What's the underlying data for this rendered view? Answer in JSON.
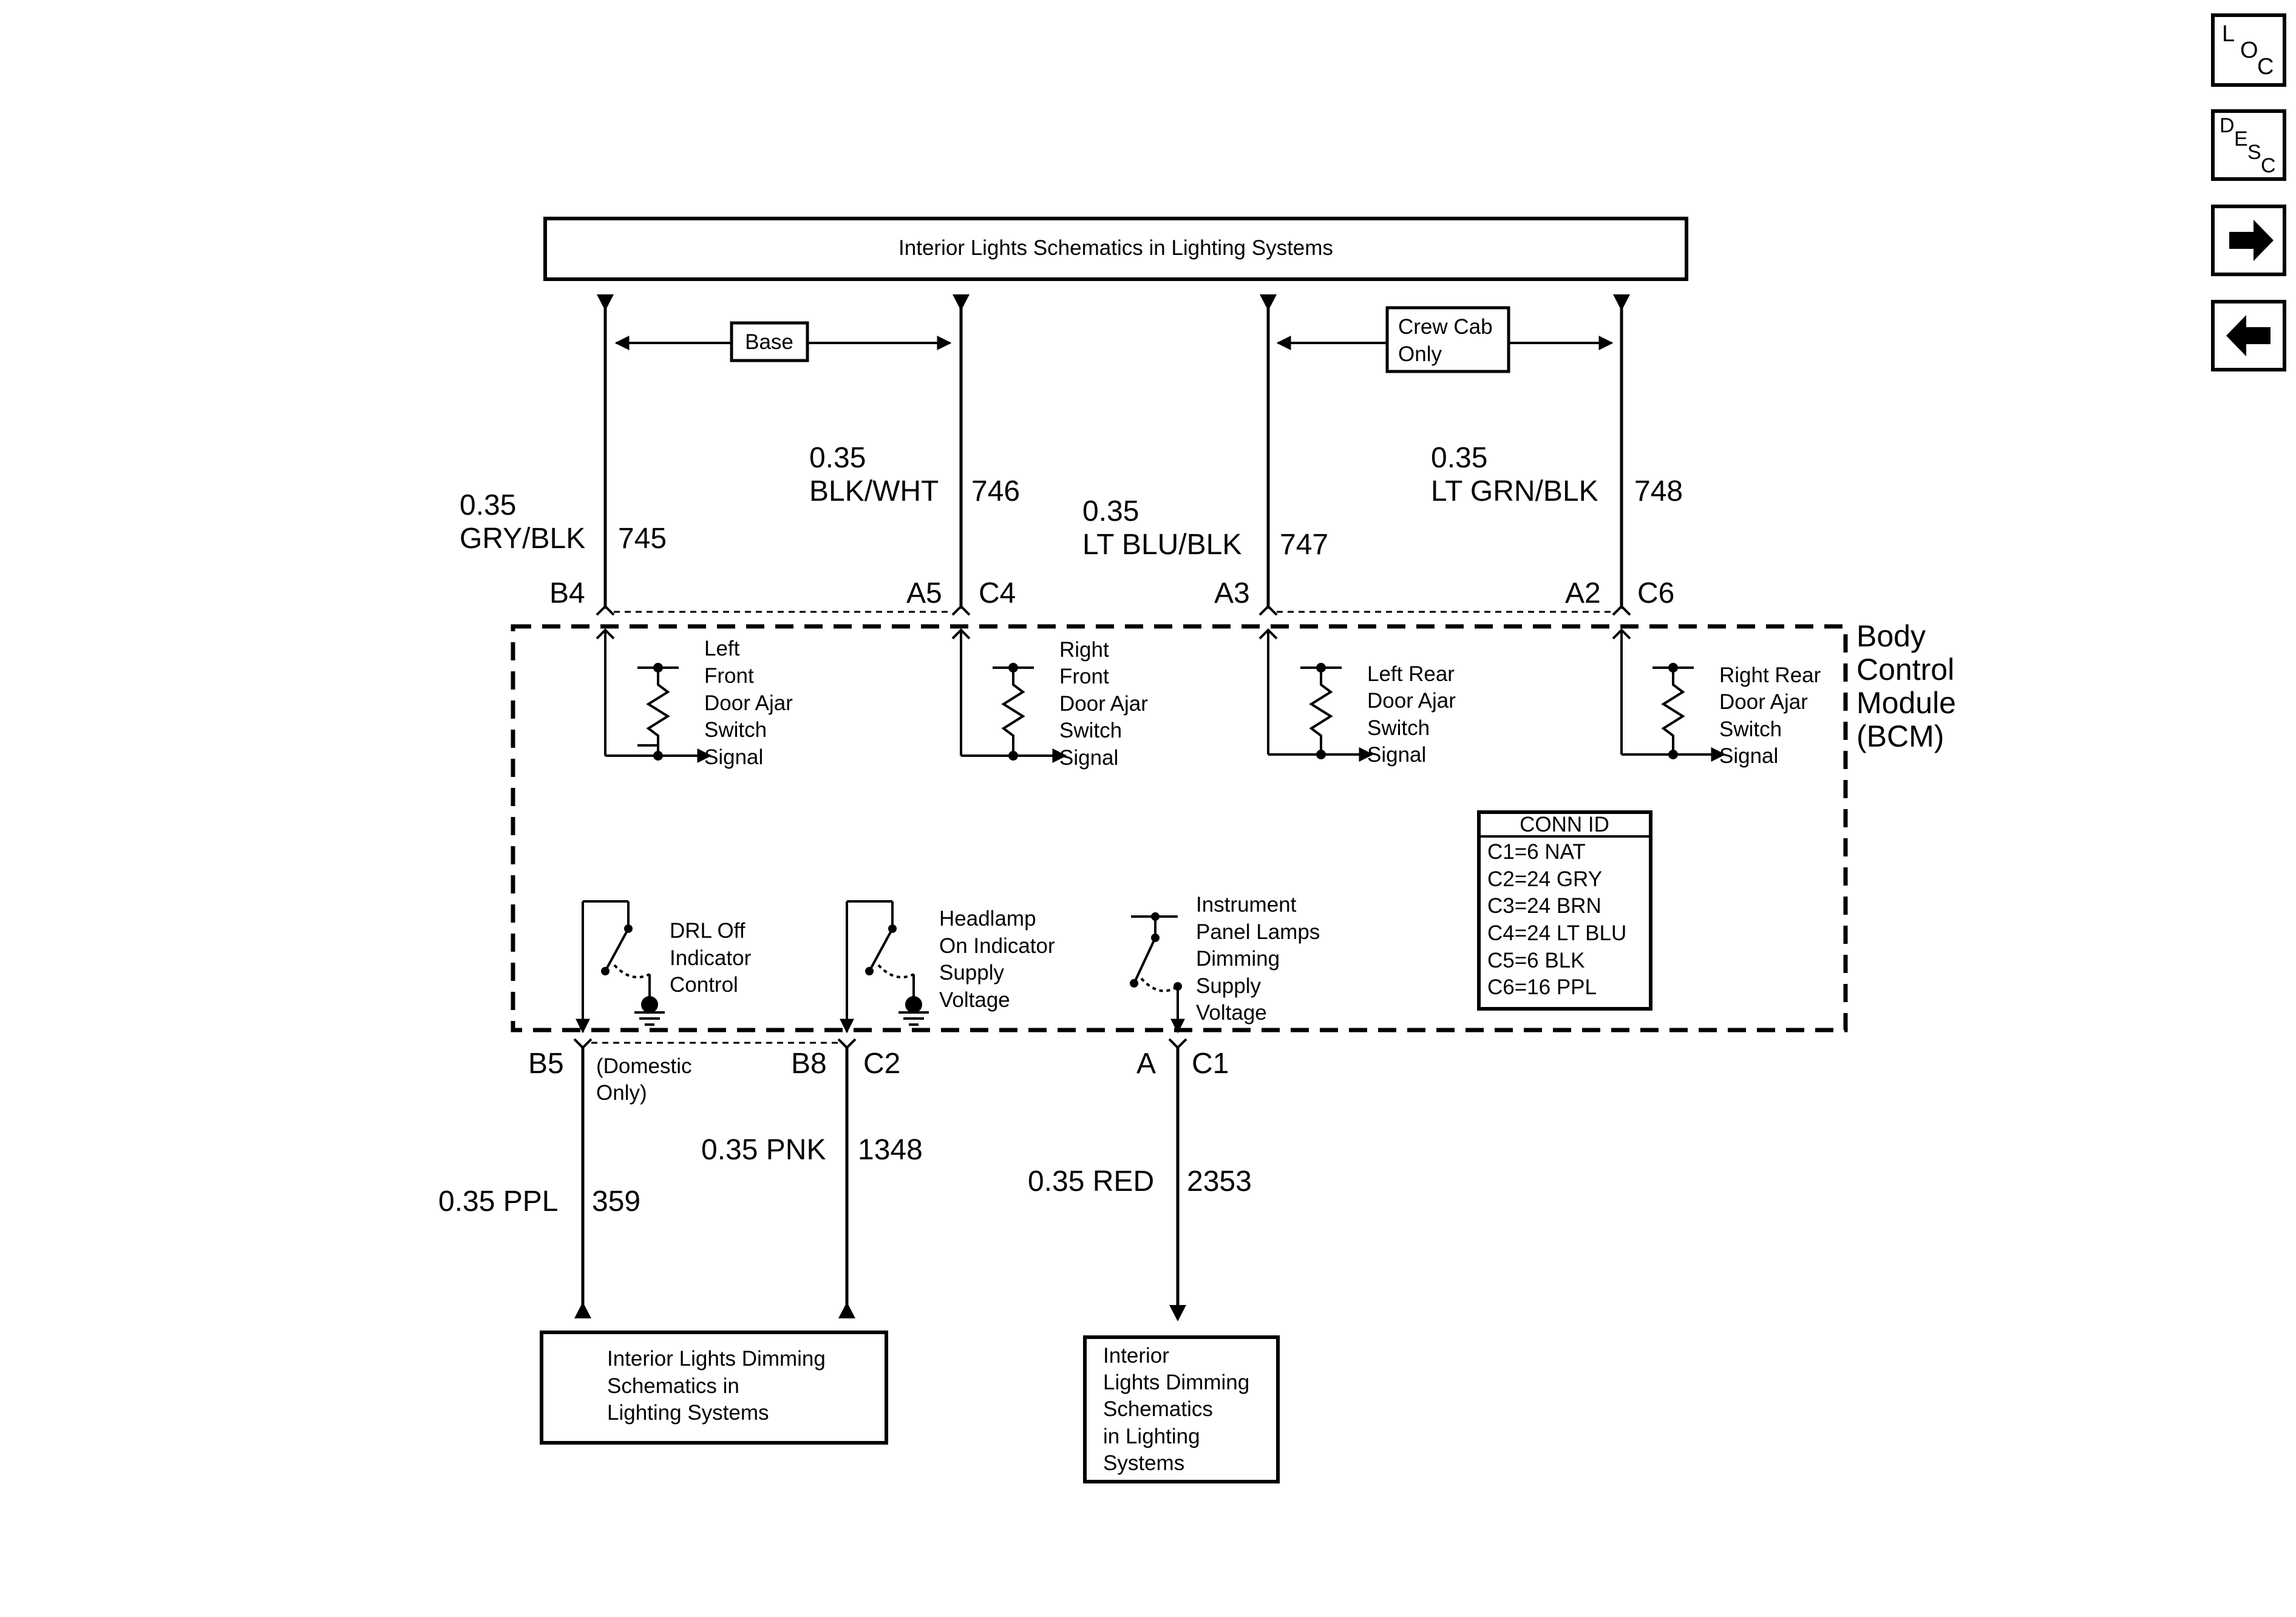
{
  "nav": {
    "loc": [
      "L",
      "O",
      "C"
    ],
    "desc": [
      "D",
      "E",
      "S",
      "C"
    ],
    "forward_icon": "arrow-right-icon",
    "back_icon": "arrow-left-icon"
  },
  "top_box": "Interior Lights Schematics in Lighting Systems",
  "base_label": "Base",
  "crew_cab": [
    "Crew Cab",
    "Only"
  ],
  "wires_top": [
    {
      "gauge": "0.35",
      "color": "GRY/BLK",
      "circuit": "745",
      "pin": "B4"
    },
    {
      "gauge": "0.35",
      "color": "BLK/WHT",
      "circuit": "746",
      "pin": "A5",
      "connector": "C4"
    },
    {
      "gauge": "0.35",
      "color": "LT BLU/BLK",
      "circuit": "747",
      "pin": "A3"
    },
    {
      "gauge": "0.35",
      "color": "LT GRN/BLK",
      "circuit": "748",
      "pin": "A2",
      "connector": "C6"
    }
  ],
  "switch_labels": [
    [
      "Left",
      "Front",
      "Door Ajar",
      "Switch",
      "Signal"
    ],
    [
      "Right",
      "Front",
      "Door Ajar",
      "Switch",
      "Signal"
    ],
    [
      "Left Rear",
      "Door Ajar",
      "Switch",
      "Signal"
    ],
    [
      "Right Rear",
      "Door Ajar",
      "Switch",
      "Signal"
    ]
  ],
  "bcm_label": [
    "Body",
    "Control",
    "Module",
    "(BCM)"
  ],
  "conn_id": {
    "title": "CONN ID",
    "rows": [
      "C1=6 NAT",
      "C2=24 GRY",
      "C3=24 BRN",
      "C4=24 LT BLU",
      "C5=6 BLK",
      "C6=16 PPL"
    ]
  },
  "output_labels": [
    [
      "DRL Off",
      "Indicator",
      "Control"
    ],
    [
      "Headlamp",
      "On Indicator",
      "Supply",
      "Voltage"
    ],
    [
      "Instrument",
      "Panel Lamps",
      "Dimming",
      "Supply",
      "Voltage"
    ]
  ],
  "wires_bottom": [
    {
      "pin": "B5",
      "note": [
        "(Domestic",
        "Only)"
      ],
      "gauge_color": "0.35 PPL",
      "circuit": "359"
    },
    {
      "pin": "B8",
      "connector": "C2",
      "gauge_color": "0.35 PNK",
      "circuit": "1348"
    },
    {
      "pin": "A",
      "connector": "C1",
      "gauge_color": "0.35 RED",
      "circuit": "2353"
    }
  ],
  "bottom_boxes": [
    [
      "Interior Lights Dimming",
      "Schematics in",
      "Lighting Systems"
    ],
    [
      "Interior",
      "Lights Dimming",
      "Schematics",
      "in Lighting",
      "Systems"
    ]
  ]
}
